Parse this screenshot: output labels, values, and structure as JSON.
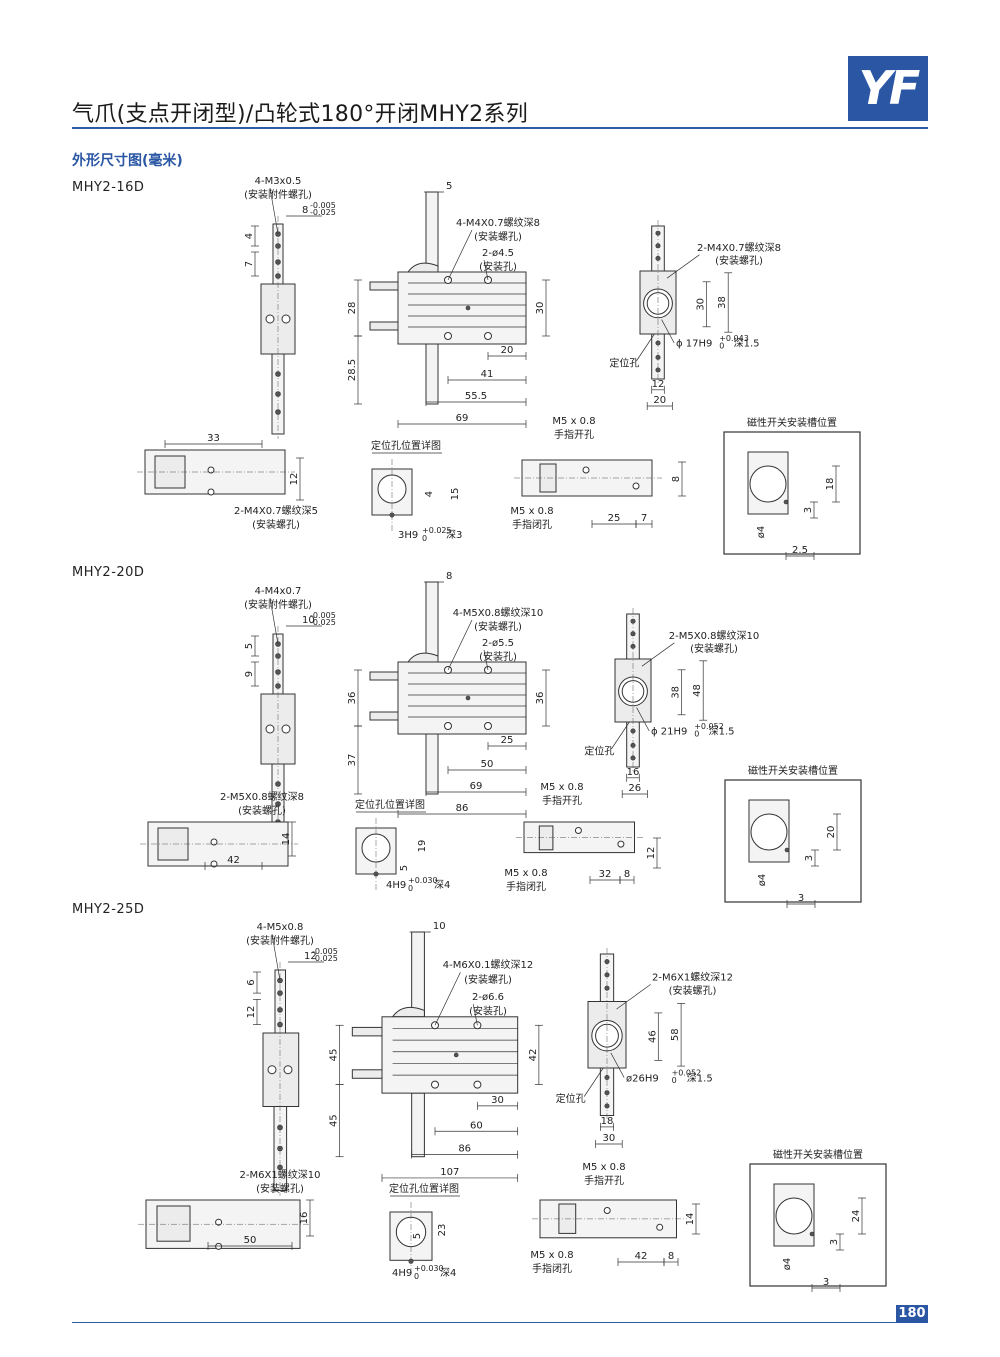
{
  "header": {
    "title": "气爪(支点开闭型)/凸轮式180°开闭MHY2系列",
    "logo_text": "YF",
    "section": "外形尺寸图(毫米)",
    "page_number": "180"
  },
  "models": [
    {
      "name": "MHY2-16D",
      "side_labels": [
        "4-M3x0.5",
        "(安装附件螺孔)",
        "8",
        "-0.005",
        "-0.025",
        "4",
        "7"
      ],
      "front_labels": [
        "5",
        "4-M4X0.7螺纹深8",
        "(安装螺孔)",
        "2-ø4.5",
        "(安装孔)",
        "28",
        "28.5",
        "30",
        "20",
        "41",
        "55.5",
        "69"
      ],
      "end_labels": [
        "2-M4X0.7螺纹深8",
        "(安装螺孔)",
        "30",
        "38",
        "定位孔",
        "ϕ 17H9",
        "+0.043",
        "0",
        "深1.5",
        "12",
        "20"
      ],
      "bottom_labels": [
        "33",
        "12",
        "2-M4X0.7螺纹深5",
        "(安装螺孔)"
      ],
      "detail_labels": [
        "定位孔位置详图",
        "4",
        "15",
        "3H9",
        "+0.025",
        "0",
        "深3"
      ],
      "finger_labels": [
        "M5 x 0.8",
        "手指开孔",
        "8",
        "M5 x 0.8",
        "手指闭孔",
        "25",
        "7"
      ],
      "switch_labels": [
        "磁性开关安装槽位置",
        "18",
        "3",
        "ø4",
        "2.5"
      ]
    },
    {
      "name": "MHY2-20D",
      "side_labels": [
        "4-M4x0.7",
        "(安装附件螺孔)",
        "10",
        "-0.005",
        "-0.025",
        "5",
        "9"
      ],
      "front_labels": [
        "8",
        "4-M5X0.8螺纹深10",
        "(安装螺孔)",
        "2-ø5.5",
        "(安装孔)",
        "36",
        "37",
        "36",
        "25",
        "50",
        "69",
        "86"
      ],
      "end_labels": [
        "2-M5X0.8螺纹深10",
        "(安装螺孔)",
        "38",
        "48",
        "定位孔",
        "ϕ 21H9",
        "+0.052",
        "0",
        "深1.5",
        "16",
        "26"
      ],
      "bottom_labels": [
        "2-M5X0.8螺纹深8",
        "(安装螺孔)",
        "14",
        "42"
      ],
      "detail_labels": [
        "定位孔位置详图",
        "19",
        "5",
        "4H9",
        "+0.030",
        "0",
        "深4"
      ],
      "finger_labels": [
        "M5 x 0.8",
        "手指开孔",
        "M5 x 0.8",
        "手指闭孔",
        "32",
        "8",
        "12"
      ],
      "switch_labels": [
        "磁性开关安装槽位置",
        "20",
        "3",
        "ø4",
        "3"
      ]
    },
    {
      "name": "MHY2-25D",
      "side_labels": [
        "4-M5x0.8",
        "(安装附件螺孔)",
        "12",
        "-0.005",
        "-0.025",
        "6",
        "12"
      ],
      "front_labels": [
        "10",
        "4-M6X0.1螺纹深12",
        "(安装螺孔)",
        "2-ø6.6",
        "(安装孔)",
        "45",
        "45",
        "42",
        "30",
        "60",
        "86",
        "107"
      ],
      "end_labels": [
        "2-M6X1螺纹深12",
        "(安装螺孔)",
        "46",
        "58",
        "定位孔",
        "ø26H9",
        "+0.052",
        "0",
        "深1.5",
        "18",
        "30"
      ],
      "bottom_labels": [
        "2-M6X1螺纹深10",
        "(安装螺孔)",
        "16",
        "50"
      ],
      "detail_labels": [
        "定位孔位置详图",
        "5",
        "23",
        "4H9",
        "+0.030",
        "0",
        "深4"
      ],
      "finger_labels": [
        "M5 x 0.8",
        "手指开孔",
        "14",
        "M5 x 0.8",
        "手指闭孔",
        "42",
        "8"
      ],
      "switch_labels": [
        "磁性开关安装槽位置",
        "24",
        "3",
        "ø4",
        "3"
      ]
    }
  ]
}
